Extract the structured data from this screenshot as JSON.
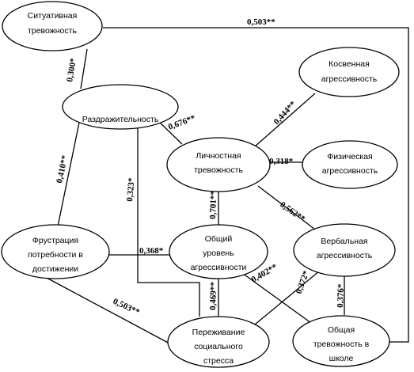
{
  "nodes": {
    "situational_anxiety": [
      "Ситуативная",
      "тревожность"
    ],
    "irritability": [
      "Раздражительность"
    ],
    "indirect_aggression": [
      "Косвенная",
      "агрессивность"
    ],
    "personal_anxiety": [
      "Личностная",
      "тревожность"
    ],
    "physical_aggression": [
      "Физическая",
      "агрессивность"
    ],
    "frustration_achievement": [
      "Фрустрация",
      "потребности в",
      "достижении"
    ],
    "general_aggression": [
      "Общий",
      "уровень",
      "агрессивности"
    ],
    "verbal_aggression": [
      "Вербальная",
      "агрессивность"
    ],
    "social_stress": [
      "Переживание",
      "социального",
      "стресса"
    ],
    "school_anxiety": [
      "Общая",
      "тревожность в",
      "школе"
    ]
  },
  "edges": {
    "situational_school": "0,503**",
    "situational_irritability": "0,300*",
    "irritability_personal": "0,676**",
    "irritability_frustration": "0,410**",
    "irritability_stress": "0,323*",
    "personal_indirect": "0,444**",
    "personal_physical": "0,318*",
    "personal_general": "0,701**",
    "personal_verbal": "0,562**",
    "frustration_general": "0,368*",
    "frustration_stress": "0,503**",
    "general_stress": "0,469**",
    "general_school": "0,402**",
    "verbal_stress": "0,372*",
    "verbal_school": "0,376*"
  }
}
